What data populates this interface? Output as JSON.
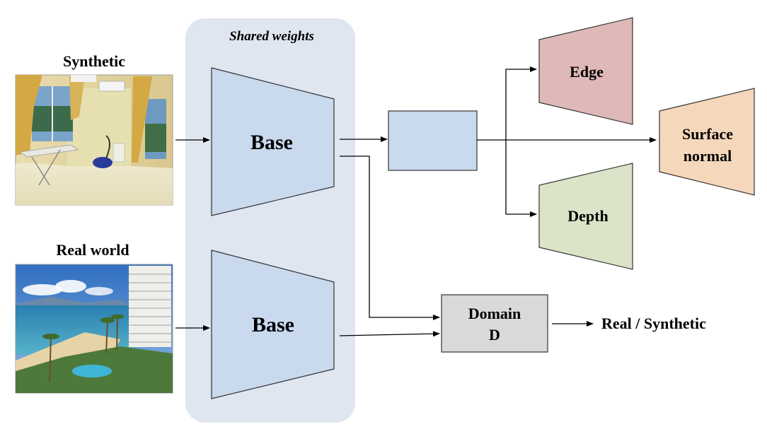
{
  "figure": {
    "shared_label": "Shared weights",
    "inputs": {
      "synthetic_label": "Synthetic",
      "real_label": "Real world"
    },
    "encoders": {
      "top_label": "Base",
      "bottom_label": "Base"
    },
    "heads": {
      "edge_label": "Edge",
      "depth_label": "Depth",
      "surface_line1": "Surface",
      "surface_line2": "normal"
    },
    "discriminator": {
      "line1": "Domain",
      "line2": "D"
    },
    "output_label": "Real / Synthetic",
    "colors": {
      "shared_panel": "#dfe6f0",
      "base_fill": "#c9d9ee",
      "feature_fill": "#c9d9ee",
      "edge_fill": "#dfb8b8",
      "depth_fill": "#dbe3c8",
      "surface_fill": "#f5d7bb",
      "domain_fill": "#d9d9d9"
    }
  }
}
